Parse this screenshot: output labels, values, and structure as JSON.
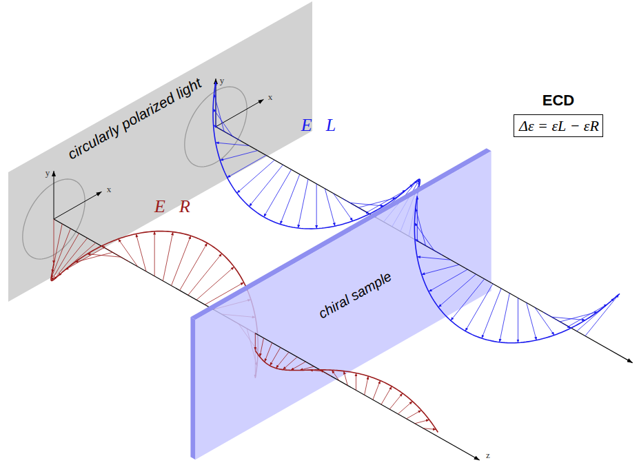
{
  "diagram": {
    "title": "ECD",
    "nodes": [
      {
        "text": [
          "Δε = εL − εR"
        ]
      }
    ],
    "labels": [
      "circularly polarized light",
      "y",
      "x",
      "y",
      "x",
      "E⃗L",
      "E⃗R",
      "chiral sample",
      "z"
    ]
  }
}
